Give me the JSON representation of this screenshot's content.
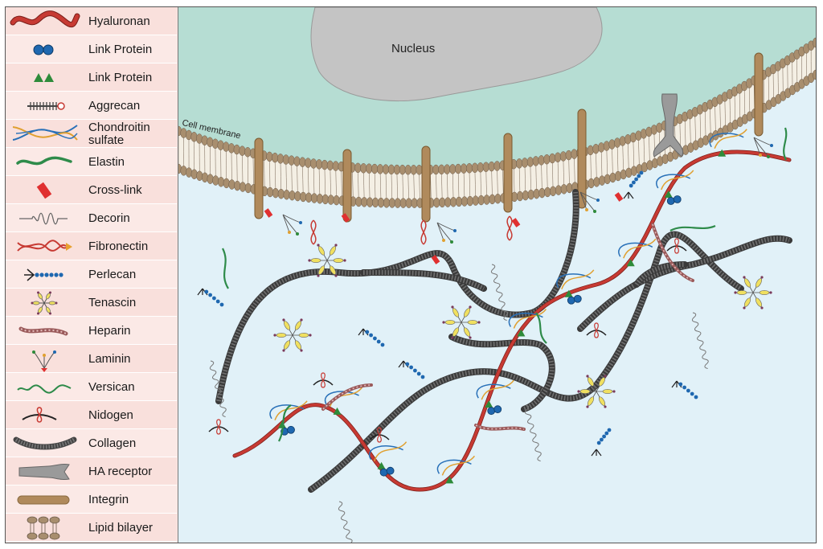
{
  "legend": {
    "items": [
      {
        "label": "Hyaluronan",
        "icon": "hyaluronan-icon"
      },
      {
        "label": "Link Protein",
        "icon": "link-protein-blue-icon"
      },
      {
        "label": "Link Protein",
        "icon": "link-protein-green-icon"
      },
      {
        "label": "Aggrecan",
        "icon": "aggrecan-icon"
      },
      {
        "label": "Chondroitin sulfate",
        "icon": "chondroitin-sulfate-icon"
      },
      {
        "label": "Elastin",
        "icon": "elastin-icon"
      },
      {
        "label": "Cross-link",
        "icon": "cross-link-icon"
      },
      {
        "label": "Decorin",
        "icon": "decorin-icon"
      },
      {
        "label": "Fibronectin",
        "icon": "fibronectin-icon"
      },
      {
        "label": "Perlecan",
        "icon": "perlecan-icon"
      },
      {
        "label": "Tenascin",
        "icon": "tenascin-icon"
      },
      {
        "label": "Heparin",
        "icon": "heparin-icon"
      },
      {
        "label": "Laminin",
        "icon": "laminin-icon"
      },
      {
        "label": "Versican",
        "icon": "versican-icon"
      },
      {
        "label": "Nidogen",
        "icon": "nidogen-icon"
      },
      {
        "label": "Collagen",
        "icon": "collagen-icon"
      },
      {
        "label": "HA receptor",
        "icon": "ha-receptor-icon"
      },
      {
        "label": "Integrin",
        "icon": "integrin-icon"
      },
      {
        "label": "Lipid bilayer",
        "icon": "lipid-bilayer-icon"
      }
    ]
  },
  "scene": {
    "nucleus_label": "Nucleus",
    "membrane_label": "Cell membrane"
  },
  "colors": {
    "cytoplasm": "#b6ddd3",
    "extracellular": "#e1f1f8",
    "hyaluronan": "#c73a33",
    "collagen": "#5a5a5a",
    "integrin": "#b08a5c",
    "lipid_head": "#a88e6e",
    "link_protein_blue": "#1f68b0",
    "link_protein_green": "#2e8b3a",
    "elastin": "#2e8b4a",
    "cross_link": "#e03030",
    "nucleus": "#c4c4c4",
    "legend_bg": "#fbe9e6"
  }
}
